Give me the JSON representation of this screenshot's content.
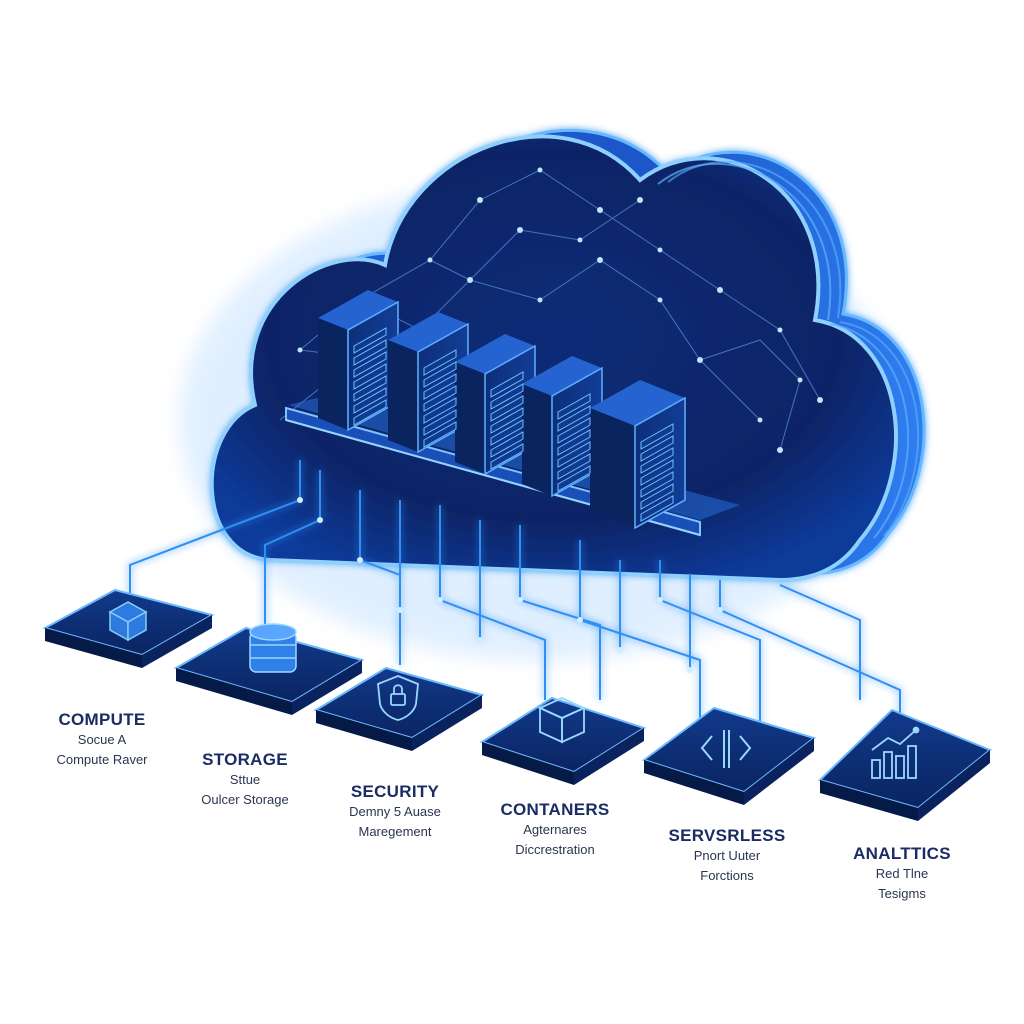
{
  "diagram": {
    "center": {
      "icon": "cloud-server-icon"
    },
    "services": [
      {
        "title": "COMPUTE",
        "line1": "Socue A",
        "line2": "Compute Raver",
        "icon": "compute-cubes-icon"
      },
      {
        "title": "STORAGE",
        "line1": "Sttue",
        "line2": "Oulcer Storage",
        "icon": "database-icon"
      },
      {
        "title": "SECURITY",
        "line1": "Demny 5 Auase",
        "line2": "Maregement",
        "icon": "shield-lock-icon"
      },
      {
        "title": "CONTANERS",
        "line1": "Agternares",
        "line2": "Diccrestration",
        "icon": "container-cube-icon"
      },
      {
        "title": "SERVSRLESS",
        "line1": "Pnort Uuter",
        "line2": "Forctions",
        "icon": "code-brackets-icon"
      },
      {
        "title": "ANALTTICS",
        "line1": "Red Tlne",
        "line2": "Tesigms",
        "icon": "analytics-chart-icon"
      }
    ]
  },
  "colors": {
    "glow": "#3aa0ff",
    "cloud_dark": "#0a2a78",
    "tile": "#0d2b6e",
    "label": "#1a2c63"
  }
}
